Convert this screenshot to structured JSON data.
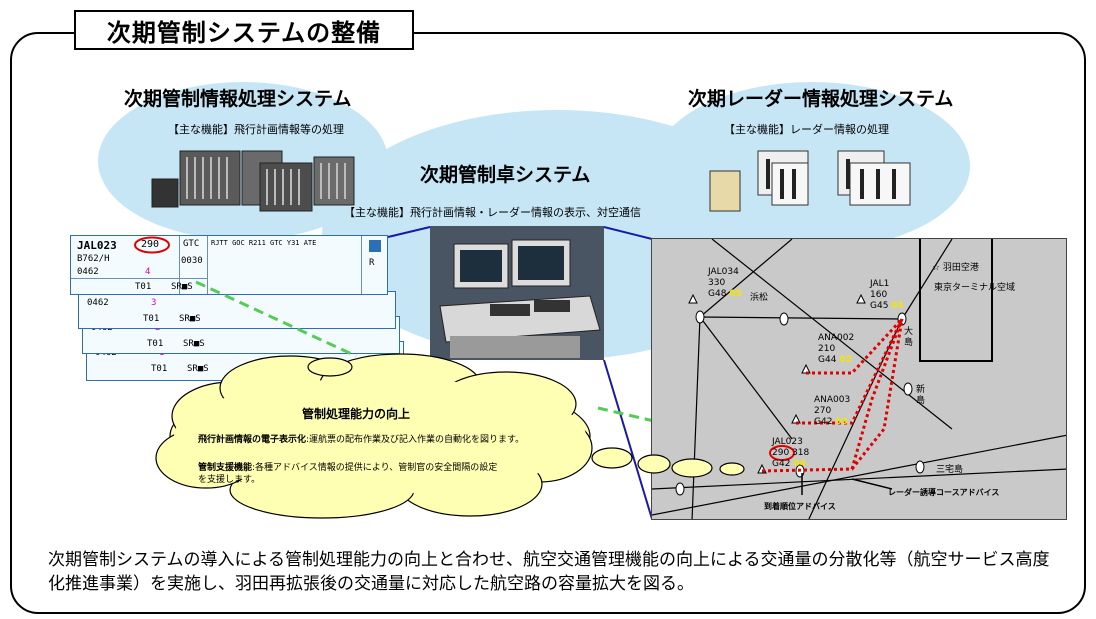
{
  "title": "次期管制システムの整備",
  "systems": {
    "info": {
      "title": "次期管制情報処理システム",
      "function": "【主な機能】飛行計画情報等の処理"
    },
    "radar": {
      "title": "次期レーダー情報処理システム",
      "function": "【主な機能】レーダー情報の処理"
    },
    "console": {
      "title": "次期管制卓システム",
      "function": "【主な機能】飛行計画情報・レーダー情報の表示、対空通信"
    }
  },
  "strips": {
    "main": {
      "callsign": "JAL023",
      "altitude": "290",
      "type": "B762/H",
      "code": "0462",
      "num": "4",
      "fix1": "GTC",
      "time": "0030",
      "route": "RJTT GOC R211 GTC Y31 ATE",
      "sector": "T01",
      "flags": "SR■S",
      "mark": "R"
    },
    "rows": [
      {
        "code": "0462",
        "num": "3",
        "sector": "T01",
        "flags": "SR■S"
      },
      {
        "code": "0462",
        "num": "2",
        "sector": "T01",
        "flags": "SR■S"
      },
      {
        "code": "0462",
        "num": "1",
        "sector": "T01",
        "flags": "SR■S"
      }
    ]
  },
  "radar_display": {
    "airport": "☆ 羽田空港",
    "terminal": "東京ターミナル空域",
    "places": {
      "hamamatsu": "浜松",
      "oshima": "大\n島",
      "niijima": "新\n島",
      "miyake": "三宅島"
    },
    "aircraft": [
      {
        "callsign": "JAL034",
        "alt": "330",
        "gate": "G48",
        "seq": "05"
      },
      {
        "callsign": "JAL1",
        "alt": "160",
        "gate": "G45",
        "seq": "01"
      },
      {
        "callsign": "ANA002",
        "alt": "210",
        "gate": "G44",
        "seq": "02"
      },
      {
        "callsign": "ANA003",
        "alt": "270",
        "gate": "G42",
        "seq": "03"
      },
      {
        "callsign": "JAL023",
        "alt": "290",
        "alt2": "318",
        "gate": "G42",
        "seq": "04"
      }
    ],
    "advisory_course": "レーダー誘導コースアドバイス",
    "advisory_sequence": "到着順位アドバイス"
  },
  "cloud": {
    "heading": "管制処理能力の向上",
    "item1_label": "飛行計画情報の電子表示化",
    "item1_text": ":運航票の配布作業及び記入作業の自動化を図ります。",
    "item2_label": "管制支援機能",
    "item2_text": ":各種アドバイス情報の提供により、管制官の安全間隔の設定を支援します。"
  },
  "description": "次期管制システムの導入による管制処理能力の向上と合わせ、航空交通管理機能の向上による交通量の分散化等（航空サービス高度化推進事業）を実施し、羽田再拡張後の交通量に対応した航空路の容量拡大を図る。",
  "colors": {
    "ellipse": "#c6e6f6",
    "cloud": "#ffffb3",
    "radar_bg": "#c9c9c9",
    "advisory_red": "#e00000",
    "dash_green": "#55cc55",
    "line_blue": "#1a1aa8"
  }
}
